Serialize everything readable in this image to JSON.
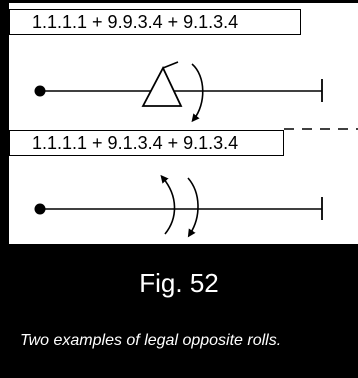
{
  "rows": [
    {
      "label": "1.1.1.1 + 9.9.3.4 + 9.1.3.4"
    },
    {
      "label": "1.1.1.1 + 9.1.3.4 + 9.1.3.4"
    }
  ],
  "figure": {
    "title": "Fig. 52",
    "caption": "Two examples of legal opposite rolls."
  },
  "colors": {
    "ink": "#000000",
    "background": "#ffffff",
    "caption_background": "#000000",
    "caption_text": "#ffffff"
  }
}
